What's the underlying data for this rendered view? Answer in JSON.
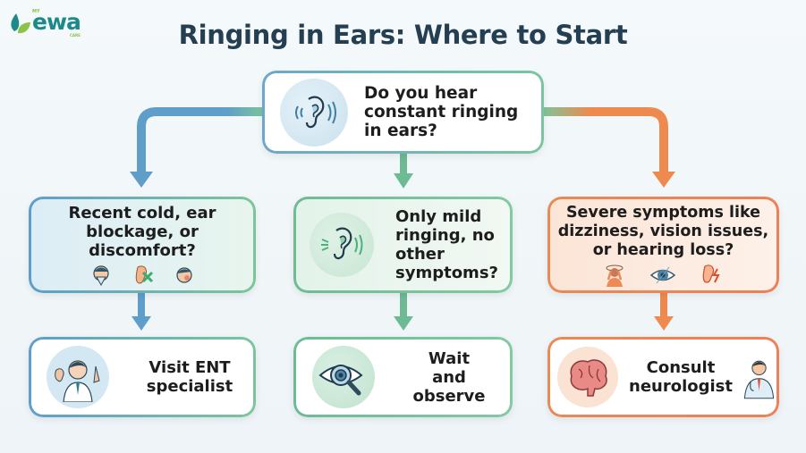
{
  "brand": {
    "prefix": "MY",
    "name": "ewa",
    "suffix": "CARE"
  },
  "title": "Ringing in Ears: Where to Start",
  "colors": {
    "title": "#253f52",
    "blue_path": "#5f9ec9",
    "green_path": "#6dbb95",
    "orange_path": "#ee8a4f"
  },
  "root": {
    "question": "Do you hear constant ringing in ears?",
    "icon": "ear-sound-waves-icon"
  },
  "branches": [
    {
      "color": "blue",
      "question": "Recent cold, ear blockage, or discomfort?",
      "icons": [
        "sneezing-person-icon",
        "blocked-ear-icon",
        "ear-pain-person-icon"
      ],
      "action": "Visit ENT specialist",
      "action_icon": "ent-doctor-icon"
    },
    {
      "color": "green",
      "question": "Only mild ringing, no other symptoms?",
      "icons": [
        "mild-ringing-ear-icon"
      ],
      "action": "Wait and observe",
      "action_icon": "eye-magnifier-icon"
    },
    {
      "color": "orange",
      "question": "Severe symptoms like dizziness, vision issues, or hearing loss?",
      "icons": [
        "dizzy-person-icon",
        "impaired-vision-eye-icon",
        "hearing-loss-ear-icon"
      ],
      "action": "Consult neurologist",
      "action_icon": "brain-icon",
      "action_icon_2": "neurologist-doctor-icon"
    }
  ]
}
